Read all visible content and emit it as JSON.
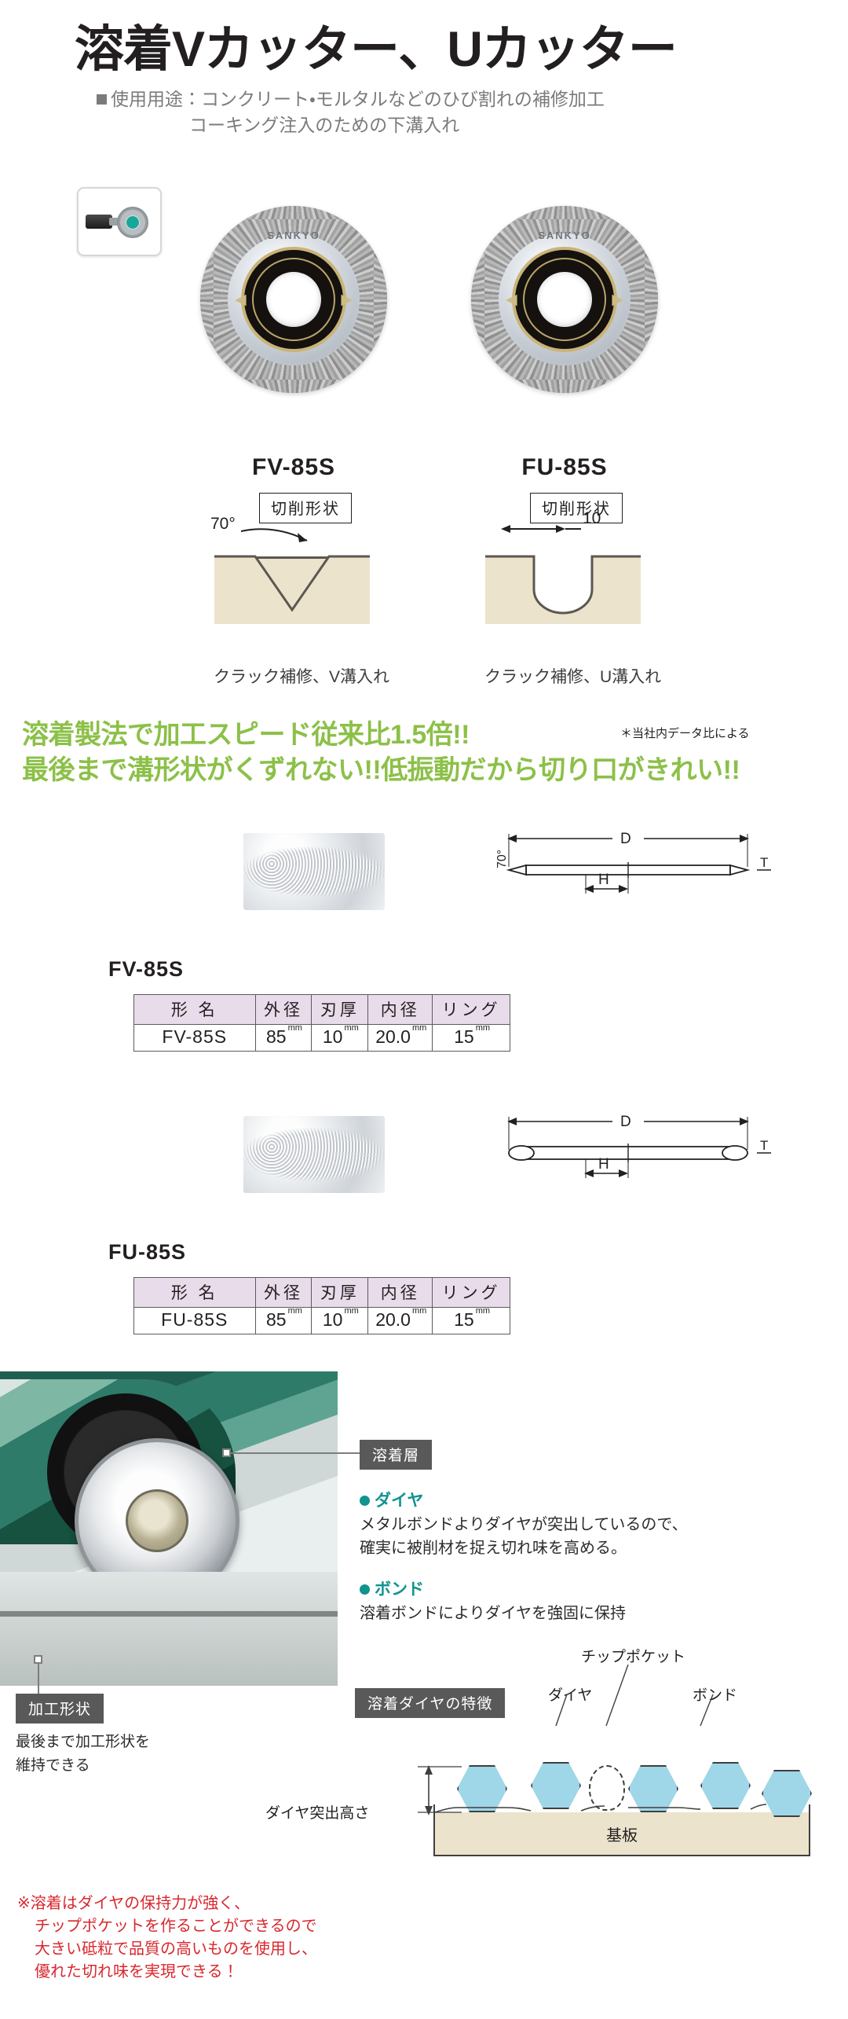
{
  "header": {
    "title": "溶着Vカッター、Uカッター",
    "usage_marker": "■",
    "usage_line1": "使用用途：コンクリート・モルタルなどのひび割れの補修加工",
    "usage_line2": "コーキング注入のための下溝入れ"
  },
  "tool_icon": {
    "name": "grinder-icon"
  },
  "products": [
    {
      "model": "FV-85S",
      "brand": "SANKYO",
      "cut_shape_label": "切削形状",
      "shape_type": "V",
      "angle_label": "70°",
      "caption": "クラック補修、V溝入れ"
    },
    {
      "model": "FU-85S",
      "brand": "SANKYO",
      "cut_shape_label": "切削形状",
      "shape_type": "U",
      "width_label": "10",
      "caption": "クラック補修、U溝入れ"
    }
  ],
  "headline": {
    "line1": "溶着製法で加工スピード従来比1.5倍!!",
    "line2": "最後まで溝形状がくずれない!!低振動だから切り口がきれい!!",
    "color": "#8cc048",
    "footnote": "＊当社内データ比による"
  },
  "spec_sections": [
    {
      "part_name": "FV-85S",
      "section_labels": {
        "d": "D",
        "h": "H",
        "t": "T",
        "angle": "70°"
      },
      "table": {
        "headers": [
          "形 名",
          "外径",
          "刃厚",
          "内径",
          "リング"
        ],
        "unit": "mm",
        "row": [
          "FV-85S",
          "85",
          "10",
          "20.0",
          "15"
        ]
      }
    },
    {
      "part_name": "FU-85S",
      "section_labels": {
        "d": "D",
        "h": "H",
        "t": "T"
      },
      "table": {
        "headers": [
          "形 名",
          "外径",
          "刃厚",
          "内径",
          "リング"
        ],
        "unit": "mm",
        "row": [
          "FU-85S",
          "85",
          "10",
          "20.0",
          "15"
        ]
      }
    }
  ],
  "bottom": {
    "callout_weld_layer": "溶着層",
    "callout_shape": "加工形状",
    "shape_caption_line1": "最後まで加工形状を",
    "shape_caption_line2": "維持できる",
    "bullets": [
      {
        "head": "ダイヤ",
        "body_line1": "メタルボンドよりダイヤが突出しているので、",
        "body_line2": "確実に被削材を捉え切れ味を高める。"
      },
      {
        "head": "ボンド",
        "body_line1": "溶着ボンドによりダイヤを強固に保持",
        "body_line2": ""
      }
    ],
    "diagram": {
      "title": "溶着ダイヤの特徴",
      "label_chip_pocket": "チップポケット",
      "label_diamond": "ダイヤ",
      "label_bond": "ボンド",
      "label_height": "ダイヤ突出高さ",
      "label_base": "基板",
      "diamond_color": "#9fd6e8",
      "base_color": "#ece3cd"
    },
    "red_note": {
      "line1": "※溶着はダイヤの保持力が強く、",
      "line2": "チップポケットを作ることができるので",
      "line3": "大きい砥粒で品質の高いものを使用し、",
      "line4": "優れた切れ味を実現できる！",
      "color": "#d8282f"
    }
  }
}
